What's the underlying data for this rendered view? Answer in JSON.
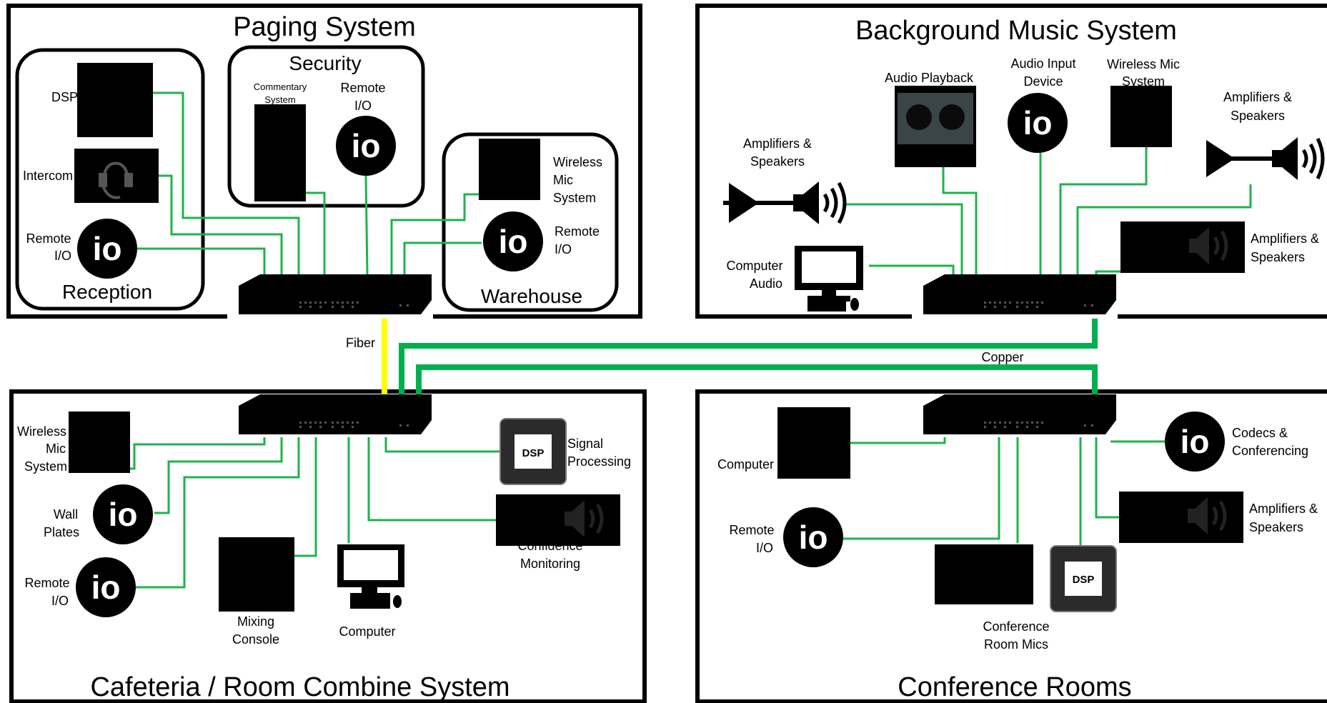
{
  "systems": {
    "paging": {
      "title": "Paging System"
    },
    "bgm": {
      "title": "Background Music System"
    },
    "cafeteria": {
      "title": "Cafeteria / Room Combine System"
    },
    "conference": {
      "title": "Conference Rooms"
    }
  },
  "subsystems": {
    "security": "Security",
    "reception": "Reception",
    "warehouse": "Warehouse"
  },
  "labels": {
    "dsp": "DSP",
    "intercom": "Intercom",
    "remote_io_1": "Remote",
    "remote_io_2": "I/O",
    "commentary_1": "Commentary",
    "commentary_2": "System",
    "wireless_1": "Wireless",
    "wireless_2": "Mic",
    "wireless_3": "System",
    "audio_playback": "Audio Playback",
    "audio_input_1": "Audio Input",
    "audio_input_2": "Device",
    "wireless_mic_1": "Wireless Mic",
    "wireless_mic_2": "System",
    "amp_1": "Amplifiers &",
    "amp_2": "Speakers",
    "computer_audio_1": "Computer",
    "computer_audio_2": "Audio",
    "fiber": "Fiber",
    "copper": "Copper",
    "wall_1": "Wall",
    "wall_2": "Plates",
    "signal_1": "Signal",
    "signal_2": "Processing",
    "confidence_1": "Confidence",
    "confidence_2": "Monitoring",
    "mixing_1": "Mixing",
    "mixing_2": "Console",
    "computer": "Computer",
    "codecs_1": "Codecs &",
    "codecs_2": "Conferencing",
    "conf_mics_1": "Conference",
    "conf_mics_2": "Room Mics",
    "io_glyph": "io",
    "dsp_chip": "DSP"
  },
  "colors": {
    "ethernet": "#1fb34c",
    "copper_trunk": "#00b050",
    "fiber": "#ffff00"
  }
}
